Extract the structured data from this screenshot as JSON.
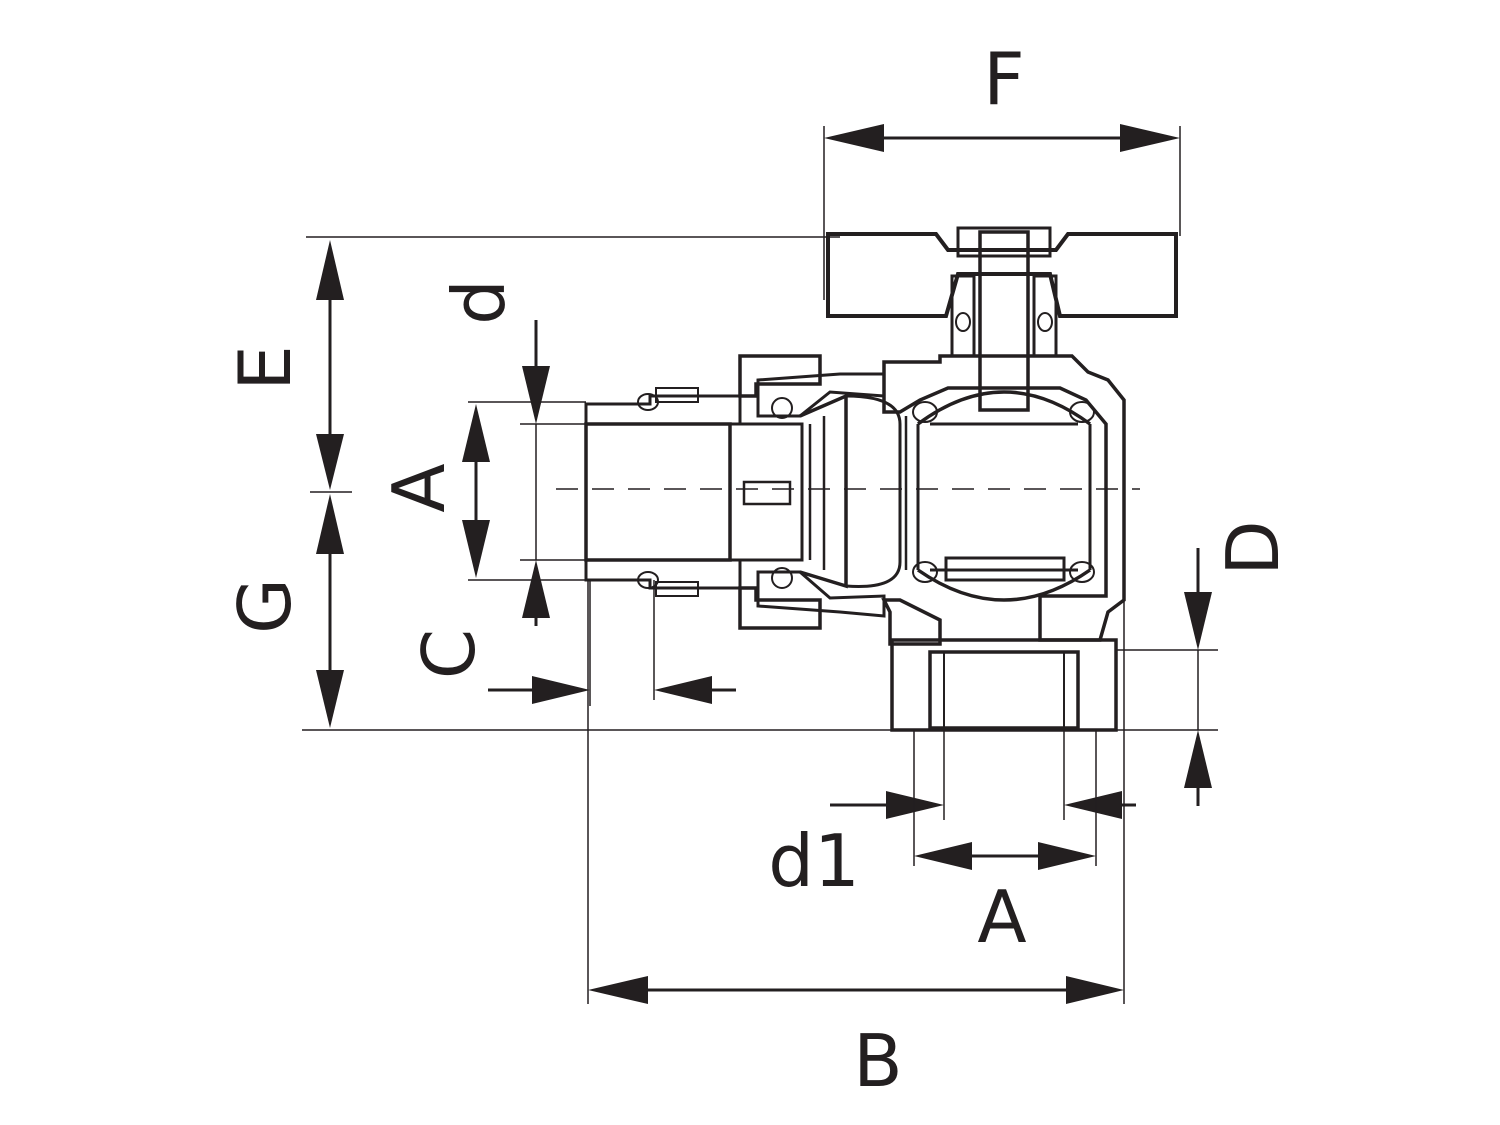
{
  "labels": {
    "F": "F",
    "E": "E",
    "G": "G",
    "d": "d",
    "A_vertical": "A",
    "C": "C",
    "D": "D",
    "d1": "d1",
    "A_bottom": "A",
    "B": "B"
  },
  "colors": {
    "ink": "#231f20",
    "paper": "#ffffff"
  }
}
